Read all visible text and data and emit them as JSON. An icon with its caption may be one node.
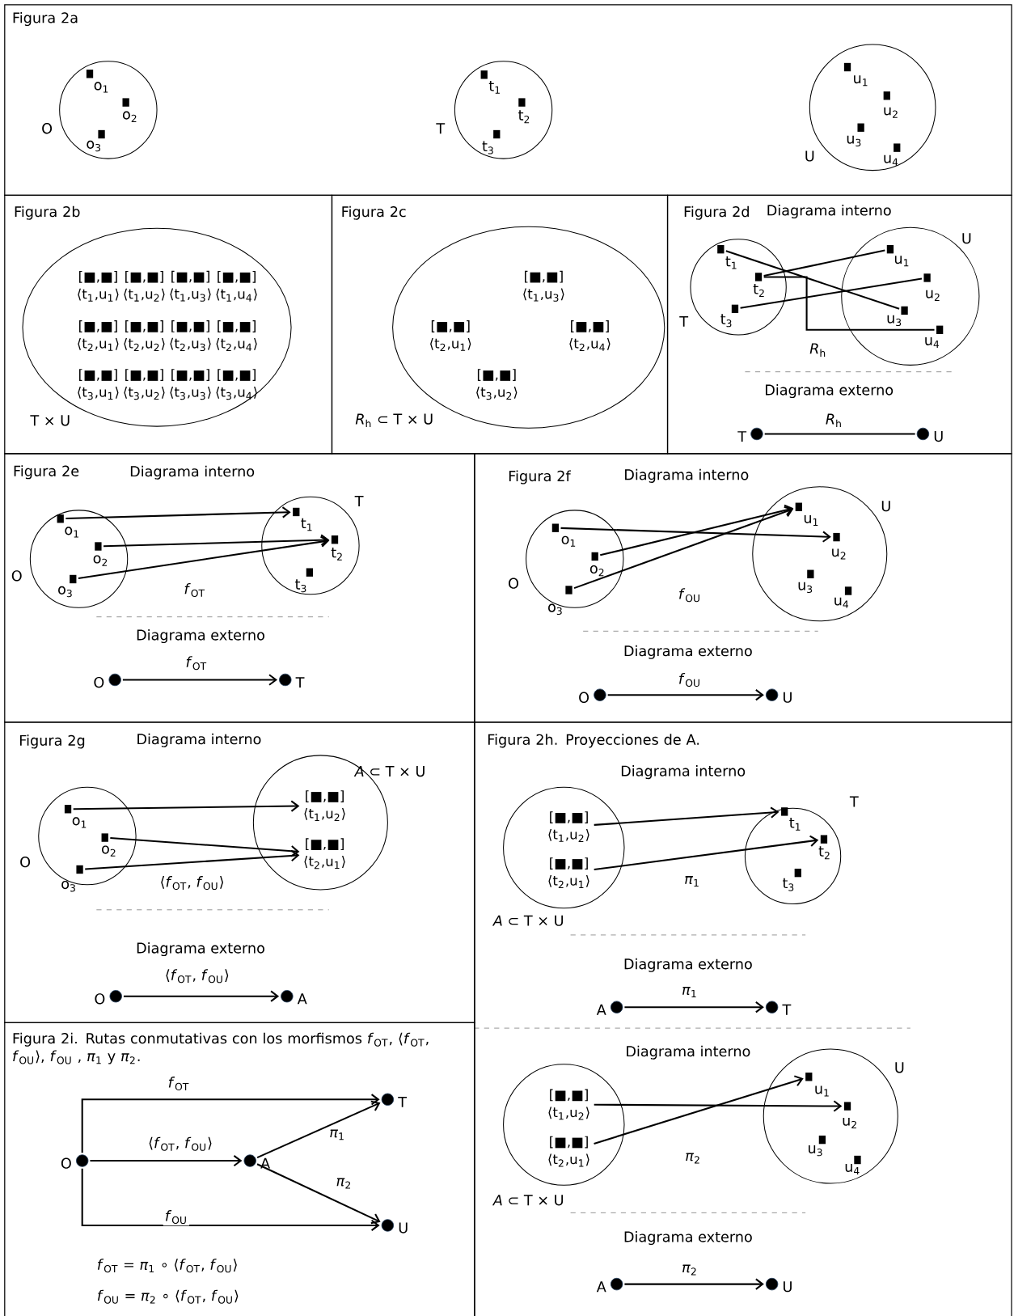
{
  "diagram": {
    "nodes": [
      {
        "text": [
          "Figura 2a"
        ]
      },
      {
        "text": [],
        "shape": "circle",
        "beside": [
          "O"
        ],
        "in": 0
      },
      {
        "text": [
          "o$_{1}$"
        ],
        "in": 1
      },
      {
        "text": [
          "o$_{2}$"
        ],
        "in": 1
      },
      {
        "text": [
          "o$_{3}$"
        ],
        "in": 1
      },
      {
        "text": [],
        "shape": "circle",
        "beside": [
          "T"
        ],
        "in": 0
      },
      {
        "text": [
          "t$_{1}$"
        ],
        "in": 5
      },
      {
        "text": [
          "t$_{2}$"
        ],
        "in": 5
      },
      {
        "text": [
          "t$_{3}$"
        ],
        "in": 5
      },
      {
        "text": [],
        "shape": "circle",
        "beside": [
          "U"
        ],
        "in": 0
      },
      {
        "text": [
          "u$_{1}$"
        ],
        "in": 9
      },
      {
        "text": [
          "u$_{2}$"
        ],
        "in": 9
      },
      {
        "text": [
          "u$_{3}$"
        ],
        "in": 9
      },
      {
        "text": [
          "u$_{4}$"
        ],
        "in": 9
      },
      {
        "text": [
          "Figura 2b"
        ]
      },
      {
        "text": [],
        "shape": "circle",
        "beside": [
          "T × U"
        ],
        "in": 14
      },
      {
        "text": [
          "[■,■]",
          "⟨t$_{1}$,u$_{1}$⟩"
        ],
        "in": 15
      },
      {
        "text": [
          "[■,■]",
          "⟨t$_{1}$,u$_{2}$⟩"
        ],
        "in": 15
      },
      {
        "text": [
          "[■,■]",
          "⟨t$_{1}$,u$_{3}$⟩"
        ],
        "in": 15
      },
      {
        "text": [
          "[■,■]",
          "⟨t$_{1}$,u$_{4}$⟩"
        ],
        "in": 15
      },
      {
        "text": [
          "[■,■]",
          "⟨t$_{2}$,u$_{1}$⟩"
        ],
        "in": 15
      },
      {
        "text": [
          "[■,■]",
          "⟨t$_{2}$,u$_{2}$⟩"
        ],
        "in": 15
      },
      {
        "text": [
          "[■,■]",
          "⟨t$_{2}$,u$_{3}$⟩"
        ],
        "in": 15
      },
      {
        "text": [
          "[■,■]",
          "⟨t$_{2}$,u$_{4}$⟩"
        ],
        "in": 15
      },
      {
        "text": [
          "[■,■]",
          "⟨t$_{3}$,u$_{1}$⟩"
        ],
        "in": 15
      },
      {
        "text": [
          "[■,■]",
          "⟨t$_{3}$,u$_{2}$⟩"
        ],
        "in": 15
      },
      {
        "text": [
          "[■,■]",
          "⟨t$_{3}$,u$_{3}$⟩"
        ],
        "in": 15
      },
      {
        "text": [
          "[■,■]",
          "⟨t$_{3}$,u$_{4}$⟩"
        ],
        "in": 15
      },
      {
        "text": [
          "Figura 2c"
        ]
      },
      {
        "text": [],
        "shape": "circle",
        "beside": [
          "*R*$_{h}$ ⊂ T × U"
        ],
        "in": 28
      },
      {
        "text": [
          "[■,■]",
          "⟨t$_{1}$,u$_{3}$⟩"
        ],
        "in": 29
      },
      {
        "text": [
          "[■,■]",
          "⟨t$_{2}$,u$_{1}$⟩"
        ],
        "in": 29
      },
      {
        "text": [
          "[■,■]",
          "⟨t$_{2}$,u$_{4}$⟩"
        ],
        "in": 29
      },
      {
        "text": [
          "[■,■]",
          "⟨t$_{3}$,u$_{2}$⟩"
        ],
        "in": 29
      },
      {
        "text": [
          "Figura 2d"
        ]
      },
      {
        "text": [],
        "shape": "circle",
        "beside": [
          "T"
        ],
        "in": 34
      },
      {
        "text": [
          "t$_{1}$"
        ],
        "in": 35
      },
      {
        "text": [
          "t$_{2}$"
        ],
        "in": 35
      },
      {
        "text": [
          "t$_{3}$"
        ],
        "in": 35
      },
      {
        "text": [],
        "shape": "circle",
        "beside": [
          "U"
        ],
        "in": 34
      },
      {
        "text": [
          "u$_{1}$"
        ],
        "in": 39
      },
      {
        "text": [
          "u$_{2}$"
        ],
        "in": 39
      },
      {
        "text": [
          "u$_{3}$"
        ],
        "in": 39
      },
      {
        "text": [
          "u$_{4}$"
        ],
        "in": 39
      },
      {
        "text": [],
        "shape": "circle",
        "beside": [
          "T"
        ],
        "in": 34
      },
      {
        "text": [],
        "shape": "circle",
        "beside": [
          "U"
        ],
        "in": 34
      },
      {
        "text": [
          "Figura 2e"
        ]
      },
      {
        "text": [],
        "shape": "circle",
        "beside": [
          "O"
        ],
        "in": 46
      },
      {
        "text": [
          "o$_{1}$"
        ],
        "in": 47
      },
      {
        "text": [
          "o$_{2}$"
        ],
        "in": 47
      },
      {
        "text": [
          "o$_{3}$"
        ],
        "in": 47
      },
      {
        "text": [],
        "shape": "circle",
        "beside": [
          "T"
        ],
        "in": 46
      },
      {
        "text": [
          "t$_{1}$"
        ],
        "in": 51
      },
      {
        "text": [
          "t$_{2}$"
        ],
        "in": 51
      },
      {
        "text": [
          "t$_{3}$"
        ],
        "in": 51
      },
      {
        "text": [],
        "shape": "circle",
        "beside": [
          "O"
        ],
        "in": 46
      },
      {
        "text": [],
        "shape": "circle",
        "beside": [
          "T"
        ],
        "in": 46
      },
      {
        "text": [
          "Figura 2f"
        ]
      },
      {
        "text": [],
        "shape": "circle",
        "beside": [
          "O"
        ],
        "in": 57
      },
      {
        "text": [
          "o$_{1}$"
        ],
        "in": 58
      },
      {
        "text": [
          "o$_{2}$"
        ],
        "in": 58
      },
      {
        "text": [
          "o$_{3}$"
        ],
        "in": 58
      },
      {
        "text": [],
        "shape": "circle",
        "beside": [
          "U"
        ],
        "in": 57
      },
      {
        "text": [
          "u$_{1}$"
        ],
        "in": 62
      },
      {
        "text": [
          "u$_{2}$"
        ],
        "in": 62
      },
      {
        "text": [
          "u$_{3}$"
        ],
        "in": 62
      },
      {
        "text": [
          "u$_{4}$"
        ],
        "in": 62
      },
      {
        "text": [],
        "shape": "circle",
        "beside": [
          "O"
        ],
        "in": 57
      },
      {
        "text": [],
        "shape": "circle",
        "beside": [
          "U"
        ],
        "in": 57
      },
      {
        "text": [
          "Figura 2g"
        ]
      },
      {
        "text": [],
        "shape": "circle",
        "beside": [
          "O"
        ],
        "in": 69
      },
      {
        "text": [
          "o$_{1}$"
        ],
        "in": 70
      },
      {
        "text": [
          "o$_{2}$"
        ],
        "in": 70
      },
      {
        "text": [
          "o$_{3}$"
        ],
        "in": 70
      },
      {
        "text": [],
        "shape": "circle",
        "beside": [
          "*A* ⊂ T × U"
        ],
        "in": 69
      },
      {
        "text": [
          "[■,■]",
          "⟨t$_{1}$,u$_{2}$⟩"
        ],
        "in": 74
      },
      {
        "text": [
          "[■,■]",
          "⟨t$_{2}$,u$_{1}$⟩"
        ],
        "in": 74
      },
      {
        "text": [],
        "shape": "circle",
        "beside": [
          "O"
        ],
        "in": 69
      },
      {
        "text": [],
        "shape": "circle",
        "beside": [
          "A"
        ],
        "in": 69
      },
      {
        "text": [
          "Figura 2h. Proyecciones de A."
        ]
      },
      {
        "text": [],
        "shape": "circle",
        "beside": [
          "*A* ⊂ T × U"
        ],
        "in": 79
      },
      {
        "text": [
          "[■,■]",
          "⟨t$_{1}$,u$_{2}$⟩"
        ],
        "in": 80
      },
      {
        "text": [
          "[■,■]",
          "⟨t$_{2}$,u$_{1}$⟩"
        ],
        "in": 80
      },
      {
        "text": [],
        "shape": "circle",
        "beside": [
          "T"
        ],
        "in": 79
      },
      {
        "text": [
          "t$_{1}$"
        ],
        "in": 83
      },
      {
        "text": [
          "t$_{2}$"
        ],
        "in": 83
      },
      {
        "text": [
          "t$_{3}$"
        ],
        "in": 83
      },
      {
        "text": [],
        "shape": "circle",
        "beside": [
          "A"
        ],
        "in": 79
      },
      {
        "text": [],
        "shape": "circle",
        "beside": [
          "T"
        ],
        "in": 79
      },
      {
        "text": [],
        "shape": "circle",
        "beside": [
          "*A* ⊂ T × U"
        ],
        "in": 79
      },
      {
        "text": [
          "[■,■]",
          "⟨t$_{1}$,u$_{2}$⟩"
        ],
        "in": 89
      },
      {
        "text": [
          "[■,■]",
          "⟨t$_{2}$,u$_{1}$⟩"
        ],
        "in": 89
      },
      {
        "text": [],
        "shape": "circle",
        "beside": [
          "U"
        ],
        "in": 79
      },
      {
        "text": [
          "u$_{1}$"
        ],
        "in": 92
      },
      {
        "text": [
          "u$_{2}$"
        ],
        "in": 92
      },
      {
        "text": [
          "u$_{3}$"
        ],
        "in": 92
      },
      {
        "text": [
          "u$_{4}$"
        ],
        "in": 92
      },
      {
        "text": [],
        "shape": "circle",
        "beside": [
          "A"
        ],
        "in": 79
      },
      {
        "text": [],
        "shape": "circle",
        "beside": [
          "U"
        ],
        "in": 79
      },
      {
        "text": [
          "Figura 2i. Rutas conmutativas con los morfismos *f*$_{OT}$, ⟨*f*$_{OT}$, *f*$_{OU}$⟩, *f*$_{OU}$ , *π*$_{1}$ y *π*$_{2}$."
        ]
      },
      {
        "text": [],
        "shape": "circle",
        "beside": [
          "O"
        ],
        "in": 99
      },
      {
        "text": [],
        "shape": "circle",
        "beside": [
          "A"
        ],
        "in": 99
      },
      {
        "text": [],
        "shape": "circle",
        "beside": [
          "T"
        ],
        "in": 99
      },
      {
        "text": [],
        "shape": "circle",
        "beside": [
          "U"
        ],
        "in": 99
      }
    ],
    "edges": [
      {
        "from": 36,
        "to": 42,
        "arrow": "none"
      },
      {
        "from": 37,
        "to": 40,
        "arrow": "none"
      },
      {
        "from": 38,
        "to": 41,
        "arrow": "none"
      },
      {
        "from": 37,
        "to": 43,
        "arrow": "none"
      },
      {
        "from": 44,
        "to": 45,
        "arrow": "none",
        "label": "*R*$_{h}$"
      },
      {
        "from": 48,
        "to": 52,
        "arrow": "to"
      },
      {
        "from": 49,
        "to": 53,
        "arrow": "to"
      },
      {
        "from": 50,
        "to": 53,
        "arrow": "to"
      },
      {
        "from": 55,
        "to": 56,
        "arrow": "to",
        "label": "*f*$_{OT}$"
      },
      {
        "from": 59,
        "to": 64,
        "arrow": "to"
      },
      {
        "from": 60,
        "to": 63,
        "arrow": "to"
      },
      {
        "from": 61,
        "to": 63,
        "arrow": "to"
      },
      {
        "from": 67,
        "to": 68,
        "arrow": "to",
        "label": "*f*$_{OU}$"
      },
      {
        "from": 71,
        "to": 75,
        "arrow": "to"
      },
      {
        "from": 72,
        "to": 76,
        "arrow": "to"
      },
      {
        "from": 73,
        "to": 76,
        "arrow": "to"
      },
      {
        "from": 77,
        "to": 78,
        "arrow": "to",
        "label": "⟨*f*$_{OT}$, *f*$_{OU}$⟩"
      },
      {
        "from": 81,
        "to": 84,
        "arrow": "to"
      },
      {
        "from": 82,
        "to": 85,
        "arrow": "to"
      },
      {
        "from": 87,
        "to": 88,
        "arrow": "to",
        "label": "*π*$_{1}$"
      },
      {
        "from": 90,
        "to": 94,
        "arrow": "to"
      },
      {
        "from": 91,
        "to": 93,
        "arrow": "to"
      },
      {
        "from": 97,
        "to": 98,
        "arrow": "to",
        "label": "*π*$_{2}$"
      },
      {
        "from": 100,
        "to": 102,
        "arrow": "to",
        "label": "*f*$_{OT}$"
      },
      {
        "from": 100,
        "to": 101,
        "arrow": "to",
        "label": "⟨*f*$_{OT}$, *f*$_{OU}$⟩"
      },
      {
        "from": 101,
        "to": 102,
        "arrow": "to",
        "label": "*π*$_{1}$"
      },
      {
        "from": 101,
        "to": 103,
        "arrow": "to",
        "label": "*π*$_{2}$"
      },
      {
        "from": 100,
        "to": 103,
        "arrow": "to",
        "label": "*f*$_{OU}$"
      }
    ],
    "labels": [
      "Diagrama interno",
      "*R*$_{h}$",
      "Diagrama externo",
      "Diagrama interno",
      "*f*$_{OT}$",
      "Diagrama externo",
      "Diagrama interno",
      "*f*$_{OU}$",
      "Diagrama externo",
      "Diagrama interno",
      "⟨*f*$_{OT}$, *f*$_{OU}$⟩",
      "Diagrama externo",
      "Diagrama interno",
      "*π*$_{1}$",
      "Diagrama externo",
      "Diagrama interno",
      "*π*$_{2}$",
      "Diagrama externo",
      "*f*$_{OT}$ = *π*$_{1}$ ∘ ⟨*f*$_{OT}$, *f*$_{OU}$⟩",
      "*f*$_{OU}$ = *π*$_{2}$ ∘ ⟨*f*$_{OT}$, *f*$_{OU}$⟩"
    ]
  }
}
